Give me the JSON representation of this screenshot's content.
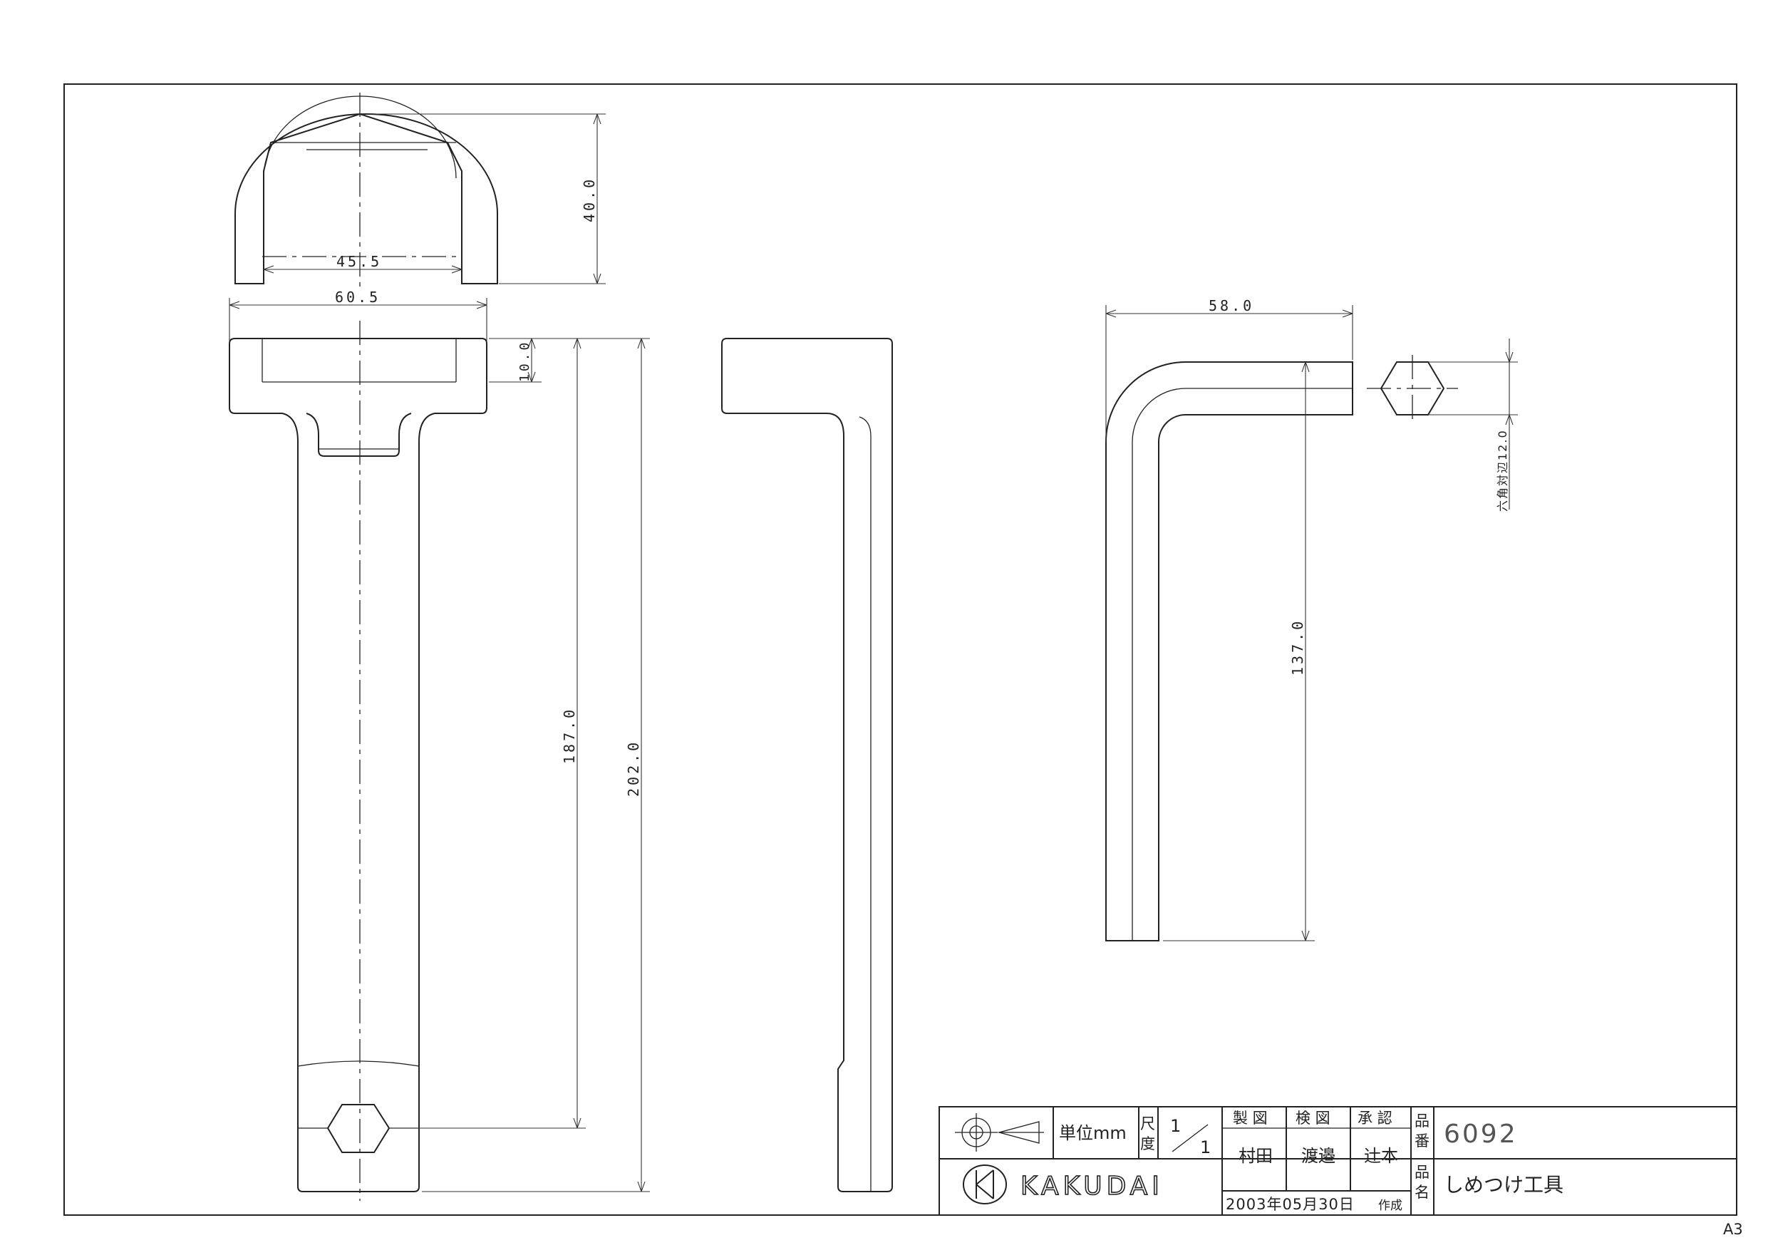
{
  "dimensions": {
    "inner_width": "45.5",
    "outer_width": "60.5",
    "head_height": "40.0",
    "head_thickness": "10.0",
    "length_187": "187.0",
    "length_202": "202.0",
    "key_width": "58.0",
    "key_length": "137.0",
    "hex_across_flats": "六角対辺12.0"
  },
  "title_block": {
    "unit_label": "単位mm",
    "scale_label_1": "尺",
    "scale_label_2": "度",
    "scale_num": "1",
    "scale_den": "1",
    "drawn_label": "製 図",
    "checked_label": "検 図",
    "approved_label": "承 認",
    "drawn_by": "村田",
    "checked_by": "渡邉",
    "approved_by": "辻本",
    "date": "2003年05月30日",
    "date_suffix": "作成",
    "part_no_label_1": "品",
    "part_no_label_2": "番",
    "part_number": "6092",
    "part_name_label_1": "品",
    "part_name_label_2": "名",
    "part_name": "しめつけ工具",
    "company": "KAKUDAI"
  },
  "sheet_size": "A3"
}
